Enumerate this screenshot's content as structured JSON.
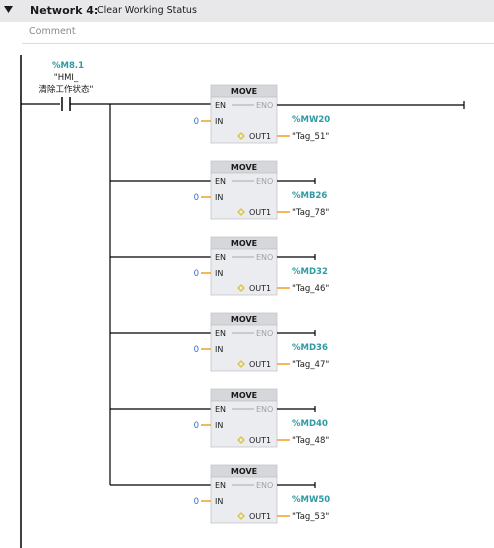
{
  "network": {
    "label": "Network 4:",
    "title": "Clear Working Status"
  },
  "comment_placeholder": "Comment",
  "contact": {
    "address": "%M8.1",
    "name_line1": "\"HMI_",
    "name_line2": "清除工作状态\""
  },
  "block": {
    "title": "MOVE",
    "en": "EN",
    "eno": "ENO",
    "in": "IN",
    "out": "OUT1"
  },
  "moves": [
    {
      "in_value": "0",
      "out_address": "%MW20",
      "out_tag": "\"Tag_51\""
    },
    {
      "in_value": "0",
      "out_address": "%MB26",
      "out_tag": "\"Tag_78\""
    },
    {
      "in_value": "0",
      "out_address": "%MD32",
      "out_tag": "\"Tag_46\""
    },
    {
      "in_value": "0",
      "out_address": "%MD36",
      "out_tag": "\"Tag_47\""
    },
    {
      "in_value": "0",
      "out_address": "%MD40",
      "out_tag": "\"Tag_48\""
    },
    {
      "in_value": "0",
      "out_address": "%MW50",
      "out_tag": "\"Tag_53\""
    }
  ],
  "colors": {
    "header_bg": "#e8e8ea",
    "block_title_bg": "#d6d7db",
    "block_body_bg": "#ebecef",
    "address_teal": "#2f9aa3",
    "wire_orange": "#f0a024",
    "rung": "#000000"
  }
}
